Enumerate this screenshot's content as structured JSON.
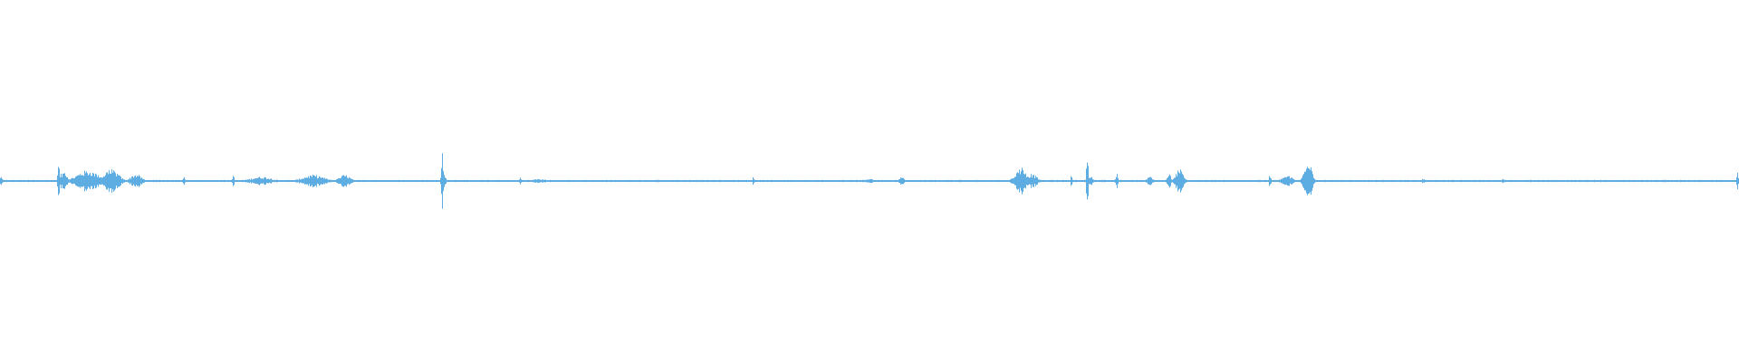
{
  "waveform": {
    "color": "#5dade2",
    "background": "#ffffff",
    "baseline_amplitude": 0.006,
    "bursts": [
      {
        "t": 0.0,
        "w": 0.002,
        "amp": 0.025
      },
      {
        "t": 0.0335,
        "w": 0.001,
        "amp": 0.11
      },
      {
        "t": 0.036,
        "w": 0.004,
        "amp": 0.05
      },
      {
        "t": 0.05,
        "w": 0.012,
        "amp": 0.06
      },
      {
        "t": 0.064,
        "w": 0.008,
        "amp": 0.065
      },
      {
        "t": 0.078,
        "w": 0.006,
        "amp": 0.04
      },
      {
        "t": 0.1055,
        "w": 0.001,
        "amp": 0.035
      },
      {
        "t": 0.134,
        "w": 0.001,
        "amp": 0.04
      },
      {
        "t": 0.15,
        "w": 0.012,
        "amp": 0.025
      },
      {
        "t": 0.18,
        "w": 0.012,
        "amp": 0.035
      },
      {
        "t": 0.198,
        "w": 0.006,
        "amp": 0.035
      },
      {
        "t": 0.254,
        "w": 0.001,
        "amp": 0.19
      },
      {
        "t": 0.255,
        "w": 0.002,
        "amp": 0.04
      },
      {
        "t": 0.299,
        "w": 0.001,
        "amp": 0.03
      },
      {
        "t": 0.31,
        "w": 0.008,
        "amp": 0.012
      },
      {
        "t": 0.433,
        "w": 0.001,
        "amp": 0.03
      },
      {
        "t": 0.5,
        "w": 0.004,
        "amp": 0.015
      },
      {
        "t": 0.518,
        "w": 0.003,
        "amp": 0.025
      },
      {
        "t": 0.587,
        "w": 0.005,
        "amp": 0.08
      },
      {
        "t": 0.583,
        "w": 0.003,
        "amp": 0.03
      },
      {
        "t": 0.593,
        "w": 0.006,
        "amp": 0.04
      },
      {
        "t": 0.616,
        "w": 0.001,
        "amp": 0.04
      },
      {
        "t": 0.625,
        "w": 0.001,
        "amp": 0.16
      },
      {
        "t": 0.627,
        "w": 0.002,
        "amp": 0.04
      },
      {
        "t": 0.642,
        "w": 0.001,
        "amp": 0.05
      },
      {
        "t": 0.661,
        "w": 0.003,
        "amp": 0.03
      },
      {
        "t": 0.672,
        "w": 0.002,
        "amp": 0.045
      },
      {
        "t": 0.678,
        "w": 0.004,
        "amp": 0.07
      },
      {
        "t": 0.73,
        "w": 0.001,
        "amp": 0.045
      },
      {
        "t": 0.74,
        "w": 0.006,
        "amp": 0.03
      },
      {
        "t": 0.752,
        "w": 0.004,
        "amp": 0.14
      },
      {
        "t": 0.818,
        "w": 0.002,
        "amp": 0.012
      },
      {
        "t": 0.864,
        "w": 0.002,
        "amp": 0.012
      },
      {
        "t": 0.999,
        "w": 0.001,
        "amp": 0.05
      }
    ]
  }
}
